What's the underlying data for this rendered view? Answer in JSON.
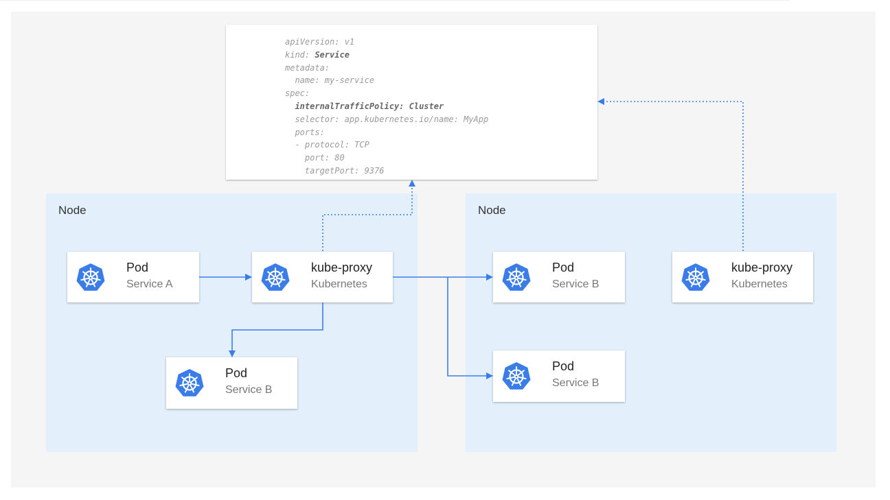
{
  "colors": {
    "accent": "#3b7de8",
    "node_bg": "#e3f0fc",
    "panel_bg": "#f5f5f5"
  },
  "yaml": {
    "lines": [
      {
        "indent": 0,
        "key": "apiVersion:",
        "value": " v1",
        "bold": false
      },
      {
        "indent": 0,
        "key": "kind:",
        "value": " Service",
        "bold_value": true
      },
      {
        "indent": 0,
        "key": "metadata:",
        "value": ""
      },
      {
        "indent": 1,
        "key": "name:",
        "value": " my-service"
      },
      {
        "indent": 0,
        "key": "spec:",
        "value": ""
      },
      {
        "indent": 1,
        "key": "internalTrafficPolicy:",
        "value": " Cluster",
        "bold": true
      },
      {
        "indent": 1,
        "key": "selector:",
        "value": " app.kubernetes.io/name: MyApp"
      },
      {
        "indent": 1,
        "key": "ports:",
        "value": ""
      },
      {
        "indent": 1,
        "key": "- protocol:",
        "value": " TCP"
      },
      {
        "indent": 2,
        "key": "port:",
        "value": " 80"
      },
      {
        "indent": 2,
        "key": "targetPort:",
        "value": " 9376"
      }
    ]
  },
  "nodes": [
    {
      "label": "Node"
    },
    {
      "label": "Node"
    }
  ],
  "cards": {
    "pod_a": {
      "title": "Pod",
      "subtitle": "Service A",
      "icon": "kubernetes-icon"
    },
    "proxy_left": {
      "title": "kube-proxy",
      "subtitle": "Kubernetes",
      "icon": "kubernetes-icon"
    },
    "pod_b_left": {
      "title": "Pod",
      "subtitle": "Service B",
      "icon": "kubernetes-icon"
    },
    "pod_b_right_1": {
      "title": "Pod",
      "subtitle": "Service B",
      "icon": "kubernetes-icon"
    },
    "proxy_right": {
      "title": "kube-proxy",
      "subtitle": "Kubernetes",
      "icon": "kubernetes-icon"
    },
    "pod_b_right_2": {
      "title": "Pod",
      "subtitle": "Service B",
      "icon": "kubernetes-icon"
    }
  }
}
